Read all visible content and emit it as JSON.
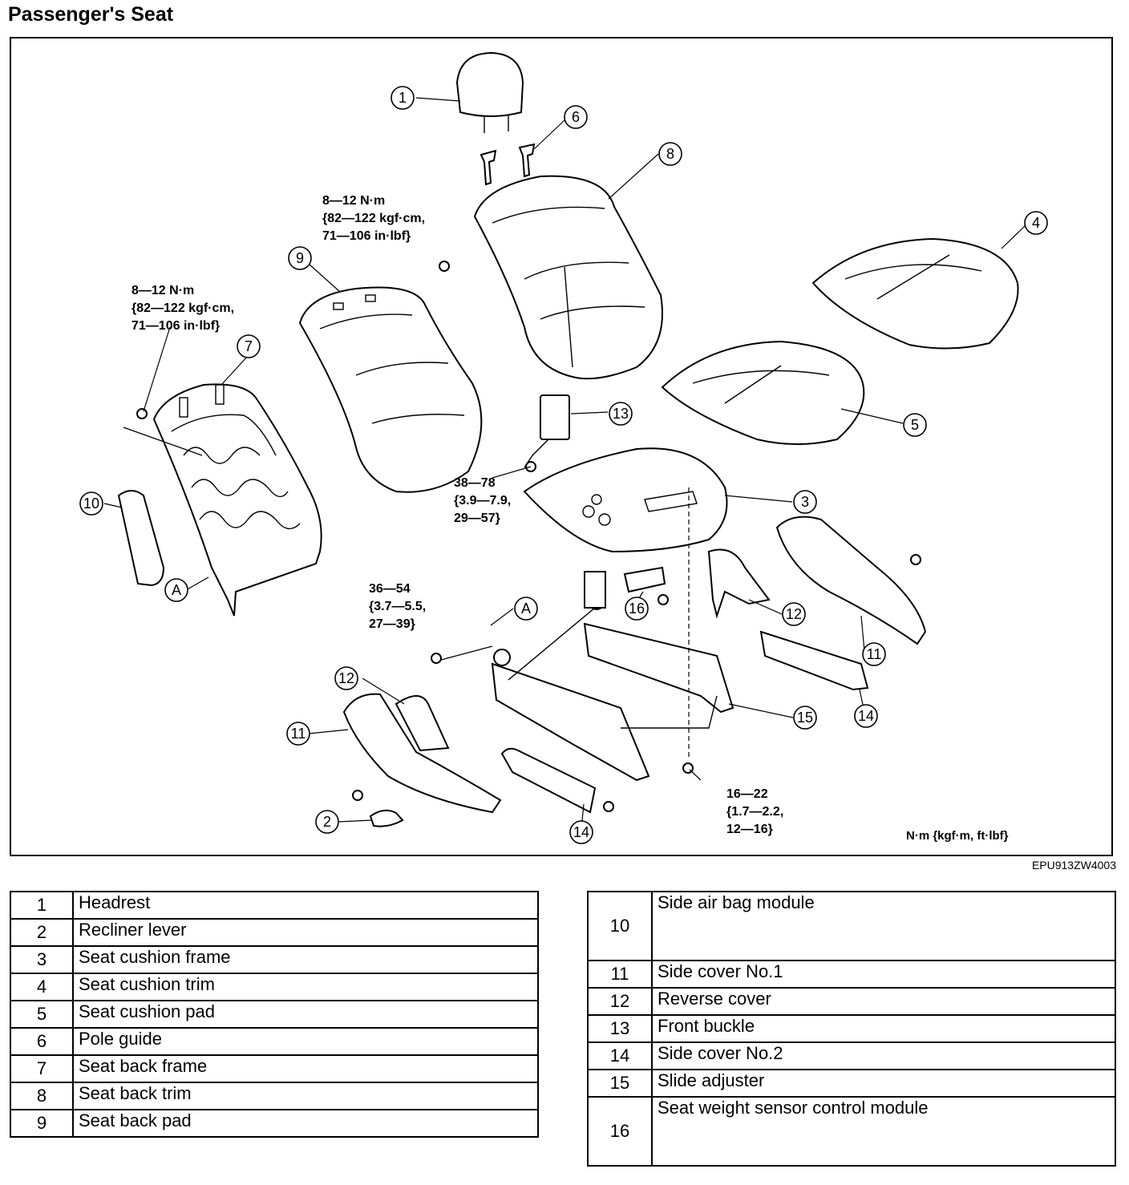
{
  "title": "Passenger's Seat",
  "figure_code": "EPU913ZW4003",
  "units_note": "N·m {kgf·m, ft·lbf}",
  "torque_specs": [
    {
      "lines": [
        "8—12 N·m",
        "{82—122 kgf·cm,",
        "71—106 in·lbf}"
      ]
    },
    {
      "lines": [
        "8—12 N·m",
        "{82—122 kgf·cm,",
        "71—106 in·lbf}"
      ]
    },
    {
      "lines": [
        "38—78",
        "{3.9—7.9,",
        "29—57}"
      ]
    },
    {
      "lines": [
        "36—54",
        "{3.7—5.5,",
        "27—39}"
      ]
    },
    {
      "lines": [
        "16—22",
        "{1.7—2.2,",
        "12—16}"
      ]
    }
  ],
  "callouts": [
    "1",
    "6",
    "8",
    "4",
    "9",
    "7",
    "5",
    "13",
    "10",
    "3",
    "A",
    "A",
    "16",
    "12",
    "11",
    "12",
    "11",
    "15",
    "14",
    "14",
    "2"
  ],
  "parts_left": [
    {
      "num": "1",
      "name": "Headrest"
    },
    {
      "num": "2",
      "name": "Recliner lever"
    },
    {
      "num": "3",
      "name": "Seat cushion frame"
    },
    {
      "num": "4",
      "name": "Seat cushion trim"
    },
    {
      "num": "5",
      "name": "Seat cushion pad"
    },
    {
      "num": "6",
      "name": "Pole guide"
    },
    {
      "num": "7",
      "name": "Seat back frame"
    },
    {
      "num": "8",
      "name": "Seat back trim"
    },
    {
      "num": "9",
      "name": "Seat back pad"
    }
  ],
  "parts_right": [
    {
      "num": "10",
      "name": "Side air bag module"
    },
    {
      "num": "11",
      "name": "Side cover No.1"
    },
    {
      "num": "12",
      "name": "Reverse cover"
    },
    {
      "num": "13",
      "name": "Front buckle"
    },
    {
      "num": "14",
      "name": "Side cover No.2"
    },
    {
      "num": "15",
      "name": "Slide adjuster"
    },
    {
      "num": "16",
      "name": "Seat weight sensor control module"
    }
  ]
}
